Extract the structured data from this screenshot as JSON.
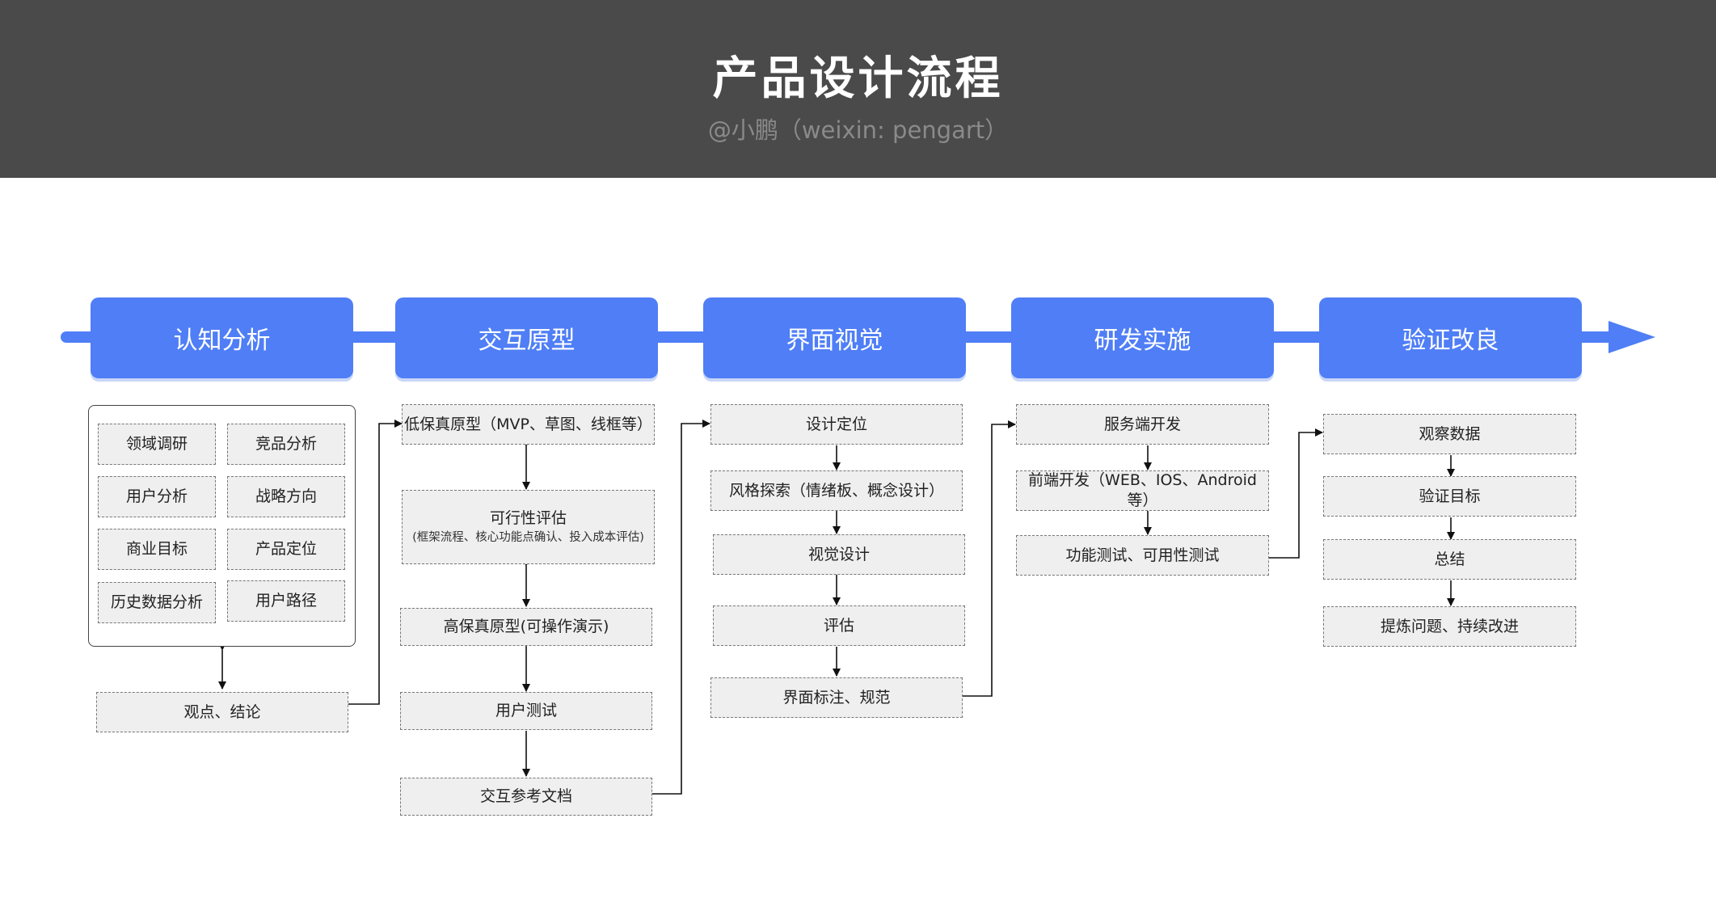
{
  "header": {
    "title": "产品设计流程",
    "subtitle": "@小鹏（weixin: pengart）"
  },
  "colors": {
    "header_bg": "#4a4a4a",
    "phase_bg": "#4f7ef6",
    "timeline": "#4f7ef6",
    "box_bg": "#efeff0"
  },
  "phases": [
    {
      "label": "认知分析"
    },
    {
      "label": "交互原型"
    },
    {
      "label": "界面视觉"
    },
    {
      "label": "研发实施"
    },
    {
      "label": "验证改良"
    }
  ],
  "cognitive": {
    "grid": [
      "领域调研",
      "竞品分析",
      "用户分析",
      "战略方向",
      "商业目标",
      "产品定位",
      "历史数据分析",
      "用户路径"
    ],
    "conclusion": "观点、结论"
  },
  "prototype": {
    "steps": [
      {
        "label": "低保真原型（MVP、草图、线框等）"
      },
      {
        "label": "可行性评估",
        "note": "(框架流程、核心功能点确认、投入成本评估)"
      },
      {
        "label": "高保真原型(可操作演示)"
      },
      {
        "label": "用户测试"
      },
      {
        "label": "交互参考文档"
      }
    ]
  },
  "visual": {
    "steps": [
      "设计定位",
      "风格探索（情绪板、概念设计）",
      "视觉设计",
      "评估",
      "界面标注、规范"
    ]
  },
  "development": {
    "steps": [
      "服务端开发",
      "前端开发（WEB、IOS、Android等）",
      "功能测试、可用性测试"
    ]
  },
  "validation": {
    "steps": [
      "观察数据",
      "验证目标",
      "总结",
      "提炼问题、持续改进"
    ]
  }
}
